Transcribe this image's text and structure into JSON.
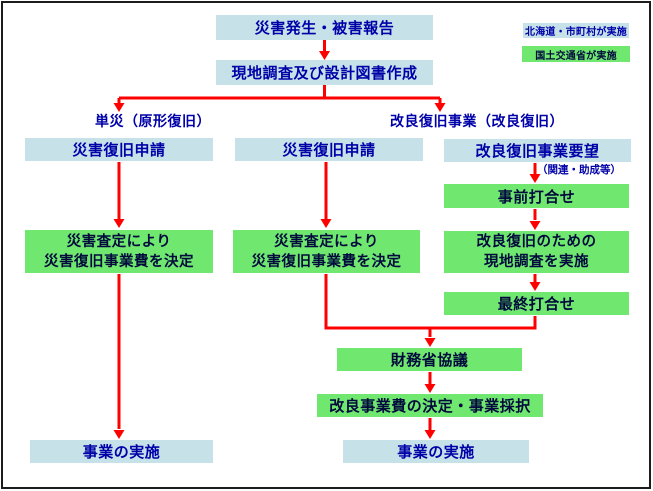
{
  "colors": {
    "box_blue": "#c7e1e8",
    "box_green": "#70e870",
    "text_blue": "#0000a8",
    "text_dark_navy": "#000a3c",
    "arrow_red": "#ff0000",
    "frame_border": "#1c1c1c"
  },
  "legend": {
    "items": [
      {
        "label": "北海道・市町村が実施",
        "type": "blue"
      },
      {
        "label": "国土交通省が実施",
        "type": "green"
      }
    ]
  },
  "flow": {
    "disaster_report": "災害発生・被害報告",
    "site_survey": "現地調査及び設計図書作成",
    "branch_left_label": "単災（原形復旧）",
    "branch_right_label": "改良復旧事業（改良復旧）",
    "recovery_app_left": "災害復旧申請",
    "recovery_app_mid": "災害復旧申請",
    "improvement_request": "改良復旧事業要望",
    "request_note": "（関連・助成等）",
    "pre_meeting": "事前打合せ",
    "assessment_left": "災害査定により\n災害復旧事業費を決定",
    "assessment_mid": "災害査定により\n災害復旧事業費を決定",
    "improvement_site_survey": "改良復旧のための\n現地調査を実施",
    "final_meeting": "最終打合せ",
    "mof_consultation": "財務省協議",
    "cost_decision": "改良事業費の決定・事業採択",
    "implementation_left": "事業の実施",
    "implementation_right": "事業の実施"
  }
}
